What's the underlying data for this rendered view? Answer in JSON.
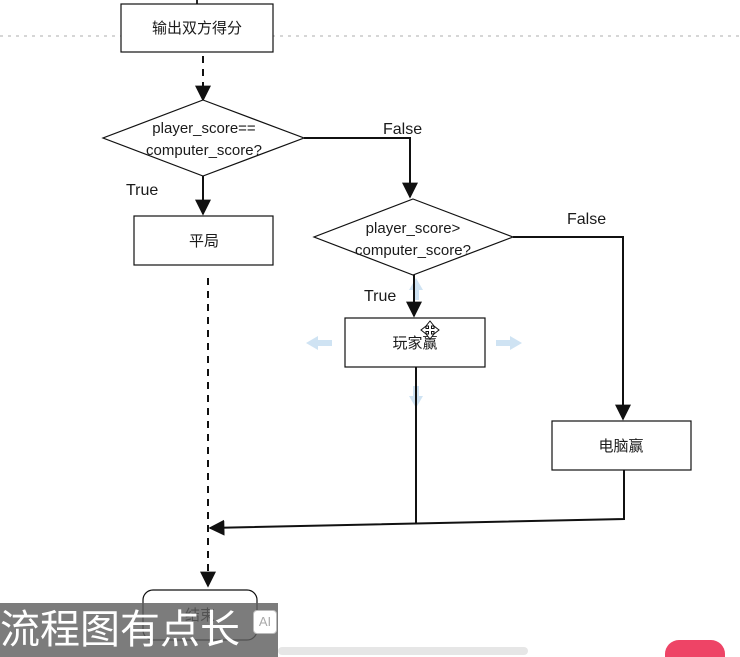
{
  "nodes": {
    "output_scores": "输出双方得分",
    "decision_equal": [
      "player_score==",
      "computer_score?"
    ],
    "tie": "平局",
    "decision_greater": [
      "player_score>",
      "computer_score?"
    ],
    "player_wins": "玩家赢",
    "computer_wins": "电脑赢",
    "end": "结束"
  },
  "edge_labels": {
    "equal_true": "True",
    "equal_false": "False",
    "greater_true": "True",
    "greater_false": "False"
  },
  "overlay": {
    "subtitle": "流程图有点长",
    "ai_badge": "AI"
  },
  "colors": {
    "stroke": "#111111",
    "guide": "#c8c8c8",
    "selection_arrow": "#cfe3f3",
    "subtitle_bg": "#5f5f5f",
    "widget": "#ee4466"
  }
}
